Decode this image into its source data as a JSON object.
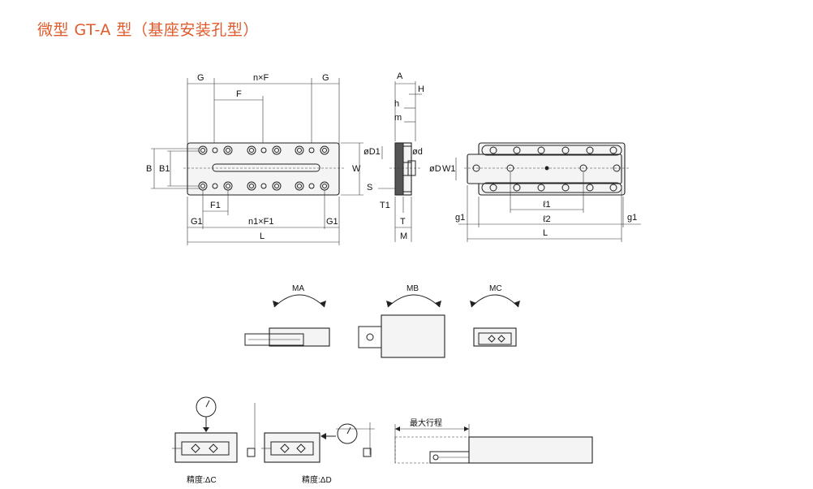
{
  "title": "微型 GT-A 型（基座安装孔型）",
  "colors": {
    "title": "#e05a2b",
    "line": "#222222"
  },
  "top_view": {
    "labels": {
      "G_left": "G",
      "nF": "n×F",
      "G_right": "G",
      "F": "F",
      "B": "B",
      "B1": "B1",
      "F1": "F1",
      "G1_left": "G1",
      "n1F1": "n1×F1",
      "G1_right": "G1",
      "L": "L",
      "W": "W"
    }
  },
  "side_view": {
    "labels": {
      "A": "A",
      "H": "H",
      "h": "h",
      "m": "m",
      "phiD1": "øD1",
      "phid": "ød",
      "phiD": "øD",
      "W1": "W1",
      "S": "S",
      "T1": "T1",
      "T": "T",
      "M": "M"
    }
  },
  "bottom_view": {
    "labels": {
      "l1": "ℓ1",
      "l2": "ℓ2",
      "g1_left": "g1",
      "g1_right": "g1",
      "L": "L"
    }
  },
  "moments": {
    "MA": "MA",
    "MB": "MB",
    "MC": "MC"
  },
  "accuracy": {
    "dC": "精度:ΔC",
    "dD": "精度:ΔD",
    "max_stroke": "最大行程"
  }
}
